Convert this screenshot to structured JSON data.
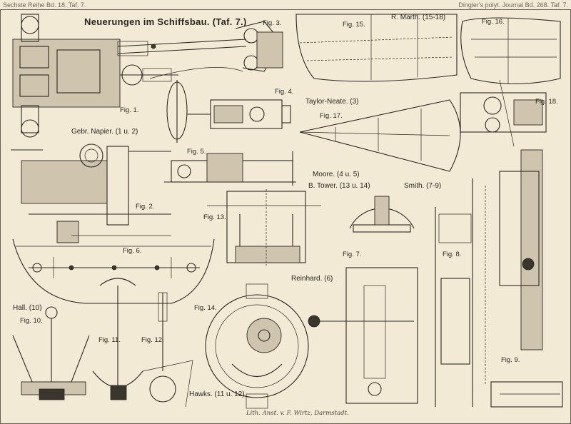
{
  "header": {
    "left": "Sechste Reihe  Bd. 18. Taf. 7.",
    "right": "Dingler's polyt. Journal Bd. 268. Taf. 7."
  },
  "plate_title": "Neuerungen im Schiffsbau. (Taf. 7.)",
  "credit": "Lith. Anst. v. F. Wirtz, Darmstadt.",
  "sections": {
    "napier": "Gebr. Napier. (1 u. 2)",
    "marth": "R. Marth. (15-18)",
    "taylor": "Taylor-Neate. (3)",
    "moore": "Moore. (4 u. 5)",
    "tower": "B. Tower. (13 u. 14)",
    "smith": "Smith. (7-9)",
    "reinhard": "Reinhard. (6)",
    "hall": "Hall. (10)",
    "hawks": "Hawks. (11 u. 12)"
  },
  "figures": {
    "fig1": "Fig. 1.",
    "fig2": "Fig. 2.",
    "fig3": "Fig. 3.",
    "fig4": "Fig. 4.",
    "fig5": "Fig. 5.",
    "fig6": "Fig. 6.",
    "fig7": "Fig. 7.",
    "fig8": "Fig. 8.",
    "fig9": "Fig. 9.",
    "fig10": "Fig. 10.",
    "fig11": "Fig. 11.",
    "fig12": "Fig. 12.",
    "fig13": "Fig. 13.",
    "fig14": "Fig. 14.",
    "fig15": "Fig. 15.",
    "fig16": "Fig. 16.",
    "fig17": "Fig. 17.",
    "fig18": "Fig. 18."
  }
}
